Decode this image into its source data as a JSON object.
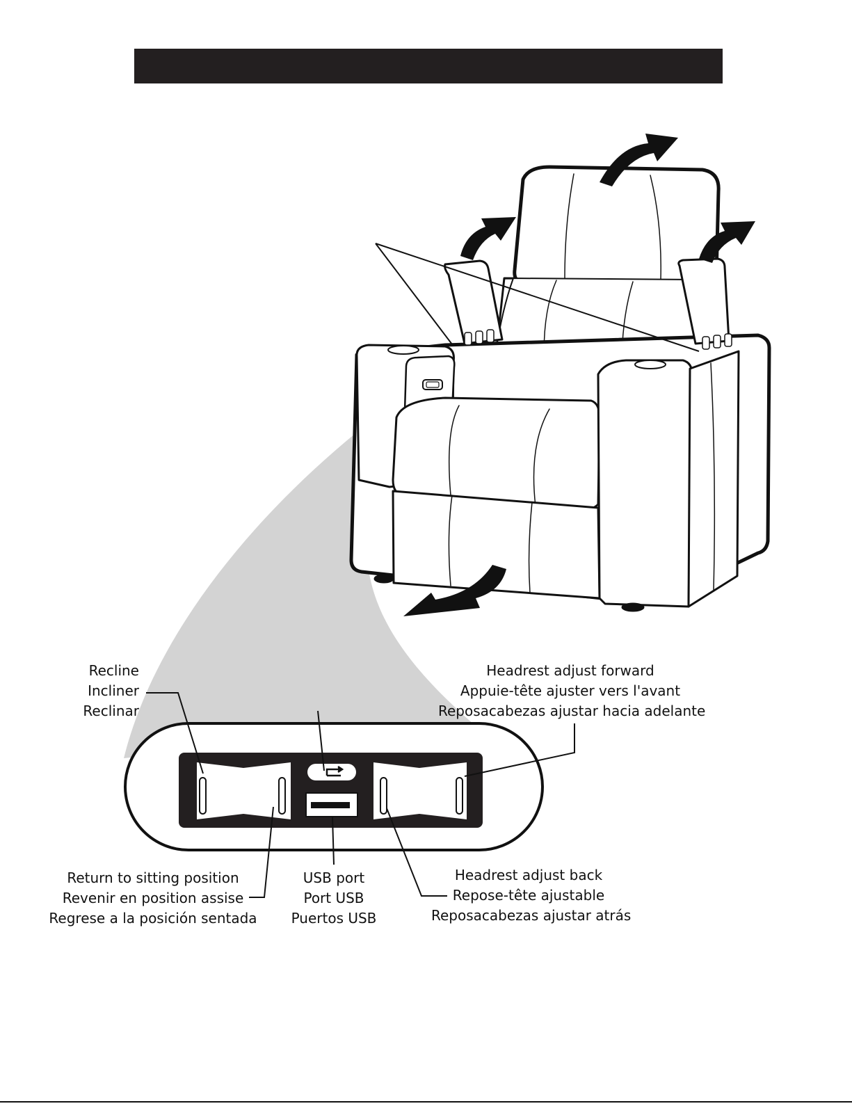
{
  "labels": {
    "recline": [
      "Recline",
      "Incliner",
      "Reclinar"
    ],
    "headrest_forward": [
      "Headrest adjust forward",
      "Appuie-tête ajuster vers l'avant",
      "Reposacabezas ajustar hacia adelante"
    ],
    "return_sitting": [
      "Return to sitting position",
      "Revenir en position assise",
      "Regrese a la posición sentada"
    ],
    "usb_port": [
      "USB port",
      "Port USB",
      "Puertos USB"
    ],
    "headrest_back": [
      "Headrest adjust back",
      "Repose-tête ajustable",
      "Reposacabezas ajustar atrás"
    ]
  },
  "icons": {
    "return_button_icon": "return-arrow-icon",
    "usb_icon": "usb-port-icon"
  },
  "colors": {
    "header_bar": "#231f20",
    "panel_dark": "#231f20",
    "callout_fill": "#d3d3d3",
    "outline": "#111111"
  }
}
